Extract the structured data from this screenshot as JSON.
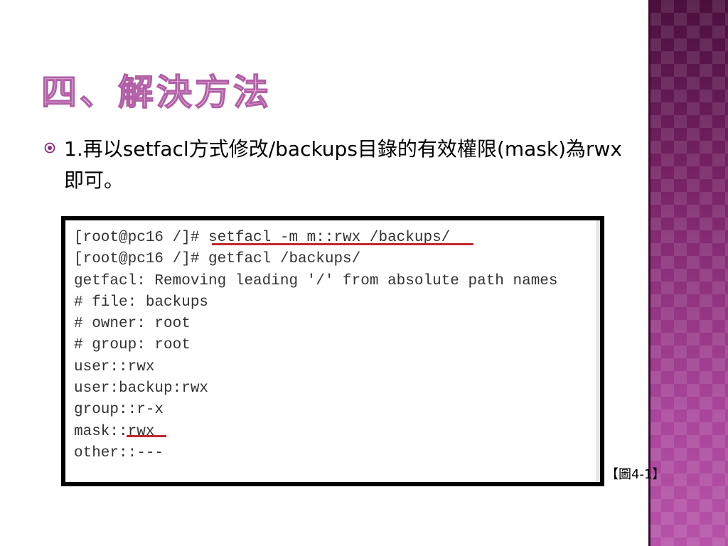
{
  "slide": {
    "title": "四、解決方法",
    "bullet": {
      "text": "1.再以setfacl方式修改/backups目錄的有效權限(mask)為rwx即可。"
    },
    "terminal": {
      "lines": [
        "[root@pc16 /]# setfacl -m m::rwx /backups/",
        "[root@pc16 /]# getfacl /backups/",
        "getfacl: Removing leading '/' from absolute path names",
        "# file: backups",
        "# owner: root",
        "# group: root",
        "user::rwx",
        "user:backup:rwx",
        "group::r-x",
        "mask::rwx",
        "other::---"
      ]
    },
    "caption": "【圖4-1】"
  },
  "colors": {
    "title": "#f2d9ec",
    "title_outline": "#b25fa6",
    "underline": "#c0282d",
    "side_band": "#8a2d7a"
  },
  "icons": {
    "bullet": "circled-dot-icon"
  }
}
